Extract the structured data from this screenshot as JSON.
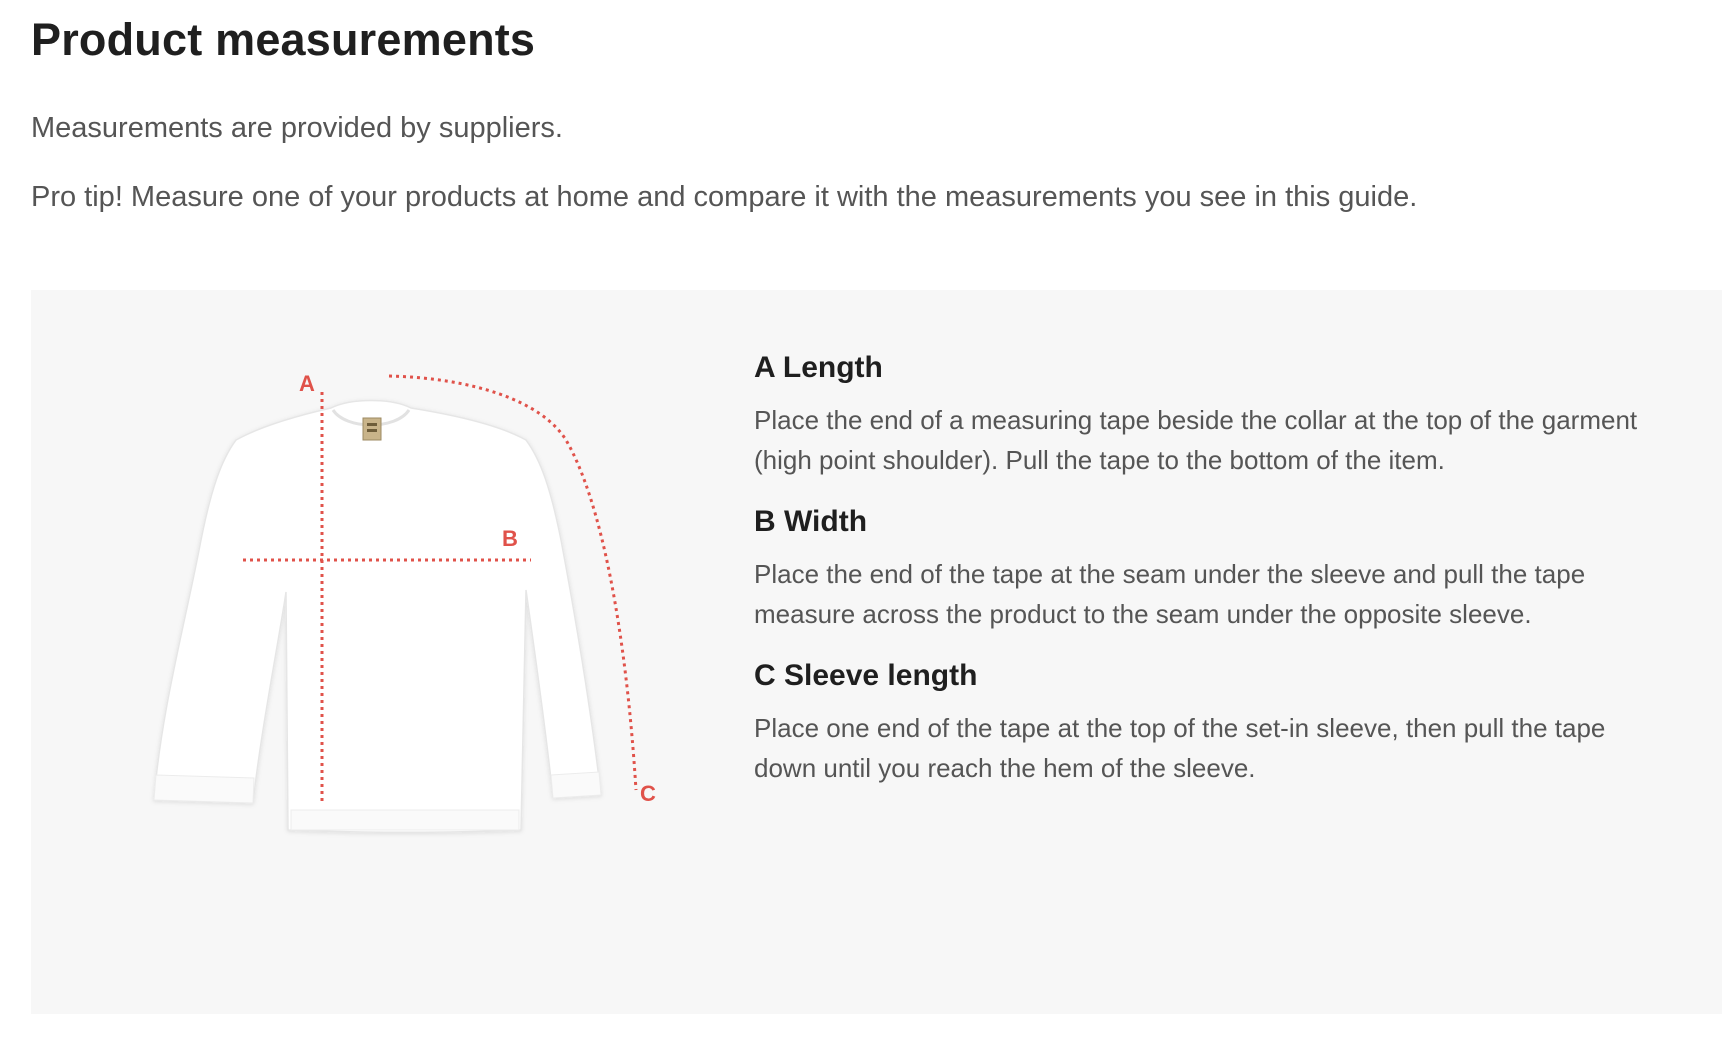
{
  "header": {
    "title": "Product measurements"
  },
  "intro": {
    "line1": "Measurements are provided by suppliers.",
    "line2": "Pro tip! Measure one of your products at home and compare it with the measurements you see in this guide."
  },
  "diagram": {
    "marker_a": "A",
    "marker_b": "B",
    "marker_c": "C",
    "marker_color": "#e0524a",
    "garment_color": "#ffffff"
  },
  "measurements": [
    {
      "heading": "A Length",
      "description": "Place the end of a measuring tape beside the collar at the top of the garment (high point shoulder). Pull the tape to the bottom of the item."
    },
    {
      "heading": "B Width",
      "description": "Place the end of the tape at the seam under the sleeve and pull the tape measure across the product to the seam under the opposite sleeve."
    },
    {
      "heading": "C Sleeve length",
      "description": "Place one end of the tape at the top of the set-in sleeve, then pull the tape down until you reach the hem of the sleeve."
    }
  ]
}
